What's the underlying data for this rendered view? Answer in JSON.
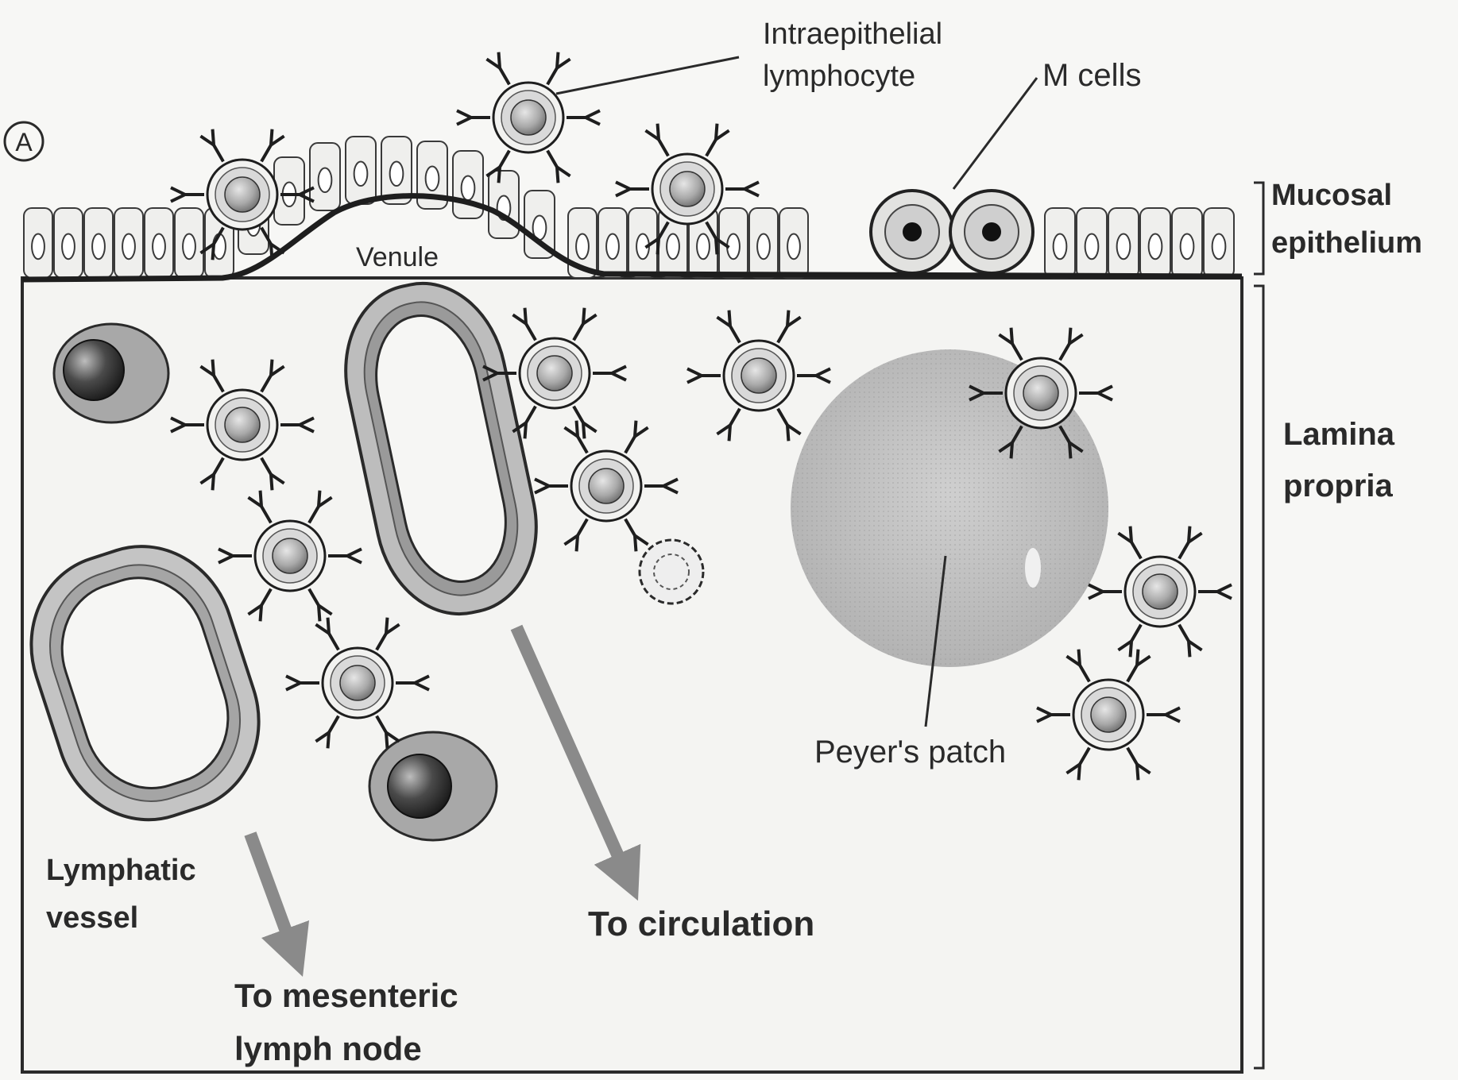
{
  "panel_letter": "A",
  "labels": {
    "intraepithelial_line1": "Intraepithelial",
    "intraepithelial_line2": "lymphocyte",
    "m_cells": "M cells",
    "mucosal_line1": "Mucosal",
    "mucosal_line2": "epithelium",
    "venule": "Venule",
    "lamina_line1": "Lamina",
    "lamina_line2": "propria",
    "peyers_patch": "Peyer's patch",
    "lymphatic_line1": "Lymphatic",
    "lymphatic_line2": "vessel",
    "to_circulation": "To circulation",
    "to_mesenteric_line1": "To mesenteric",
    "to_mesenteric_line2": "lymph node"
  }
}
